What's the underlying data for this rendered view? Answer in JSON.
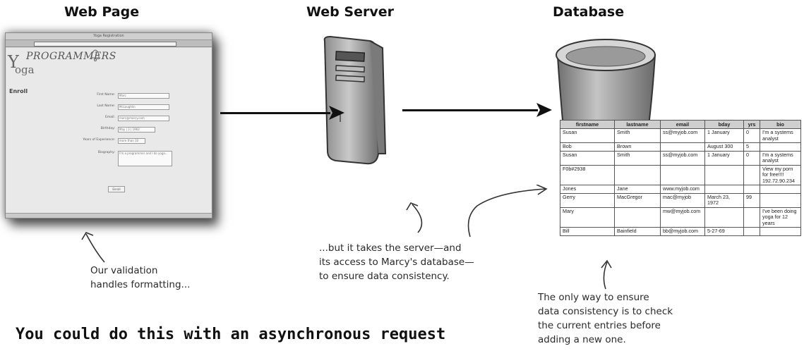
{
  "headings": {
    "web_page": "Web Page",
    "web_server": "Web Server",
    "database": "Database"
  },
  "browser": {
    "window_title": "Yoga Registration",
    "logo": "PROGRAMMERS",
    "logo_y": "Y",
    "logo_oga": "oga",
    "enroll_label": "Enroll",
    "fields": [
      {
        "label": "First Name:",
        "value": "Marc"
      },
      {
        "label": "Last Name:",
        "value": "McLaughlin"
      },
      {
        "label": "Email:",
        "value": "marc@marcy.com"
      },
      {
        "label": "Birthday:",
        "value": "May  |  3  |  1962"
      },
      {
        "label": "Years of Experience:",
        "value": "more than 10"
      },
      {
        "label": "Biography:",
        "value": "I'm a programmer and I do yoga..."
      }
    ],
    "submit_label": "Enroll"
  },
  "table": {
    "headers": [
      "firstname",
      "lastname",
      "email",
      "bday",
      "yrs",
      "bio"
    ],
    "rows": [
      [
        "Susan",
        "Smith",
        "ss@myjob.com",
        "1 January",
        "0",
        "I'm a systems analyst"
      ],
      [
        "Bob",
        "Brown",
        "",
        "August 300",
        "5",
        ""
      ],
      [
        "Susan",
        "Smith",
        "ss@myjob.com",
        "1 January",
        "0",
        "I'm a systems analyst"
      ],
      [
        "F0b#2938",
        "",
        "",
        "",
        "",
        "View my porn for free!!!! 192.72.90.234"
      ],
      [
        "Jones",
        "Jane",
        "www.myjob.com",
        "",
        "",
        ""
      ],
      [
        "Gerry",
        "MacGregor",
        "mac@myjob",
        "March 23, 1972",
        "99",
        ""
      ],
      [
        "Mary",
        "",
        "mw@myjob.com",
        "",
        "",
        "I've been doing yoga for 12 years"
      ],
      [
        "Bill",
        "Bainfield",
        "bb@myjob.com",
        "5-27-69",
        "",
        ""
      ]
    ]
  },
  "notes": {
    "validation_line1": "Our validation",
    "validation_line2": "handles formatting...",
    "server_line1": "...but it takes the server—and",
    "server_line2": "its access to Marcy's database—",
    "server_line3": "to ensure data consistency.",
    "db_line1": "The only way to ensure",
    "db_line2": "data consistency is to check",
    "db_line3": "the current entries before",
    "db_line4": "adding a new one."
  },
  "bottom_title": "You could do this with an asynchronous request"
}
